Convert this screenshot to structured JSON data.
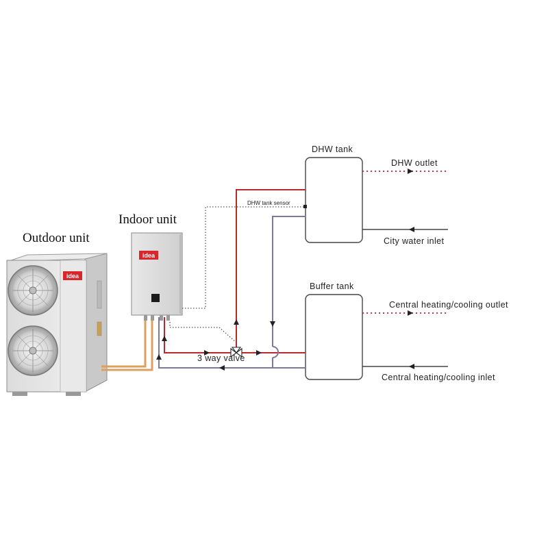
{
  "labels": {
    "outdoor_unit": "Outdoor unit",
    "indoor_unit": "Indoor unit",
    "dhw_tank": "DHW tank",
    "dhw_outlet": "DHW outlet",
    "dhw_tank_sensor": "DHW tank sensor",
    "city_water_inlet": "City water inlet",
    "buffer_tank": "Buffer tank",
    "heating_cooling_outlet": "Central heating/cooling outlet",
    "heating_cooling_inlet": "Central heating/cooling inlet",
    "three_way_valve": "3 way valve"
  },
  "brand": {
    "logo_text": "idea"
  },
  "colors": {
    "hot_pipe": "#b8282c",
    "return_pipe": "#7c7a9a",
    "refrigerant_pipe": "#d9a060",
    "signal_line": "#555555",
    "hot_outlet_line": "#c0394b",
    "brand_red": "#d8262b",
    "unit_body": "#e6e6e6"
  },
  "icons": [
    "fan-icon",
    "three-way-valve-icon",
    "flow-arrow-icon"
  ]
}
